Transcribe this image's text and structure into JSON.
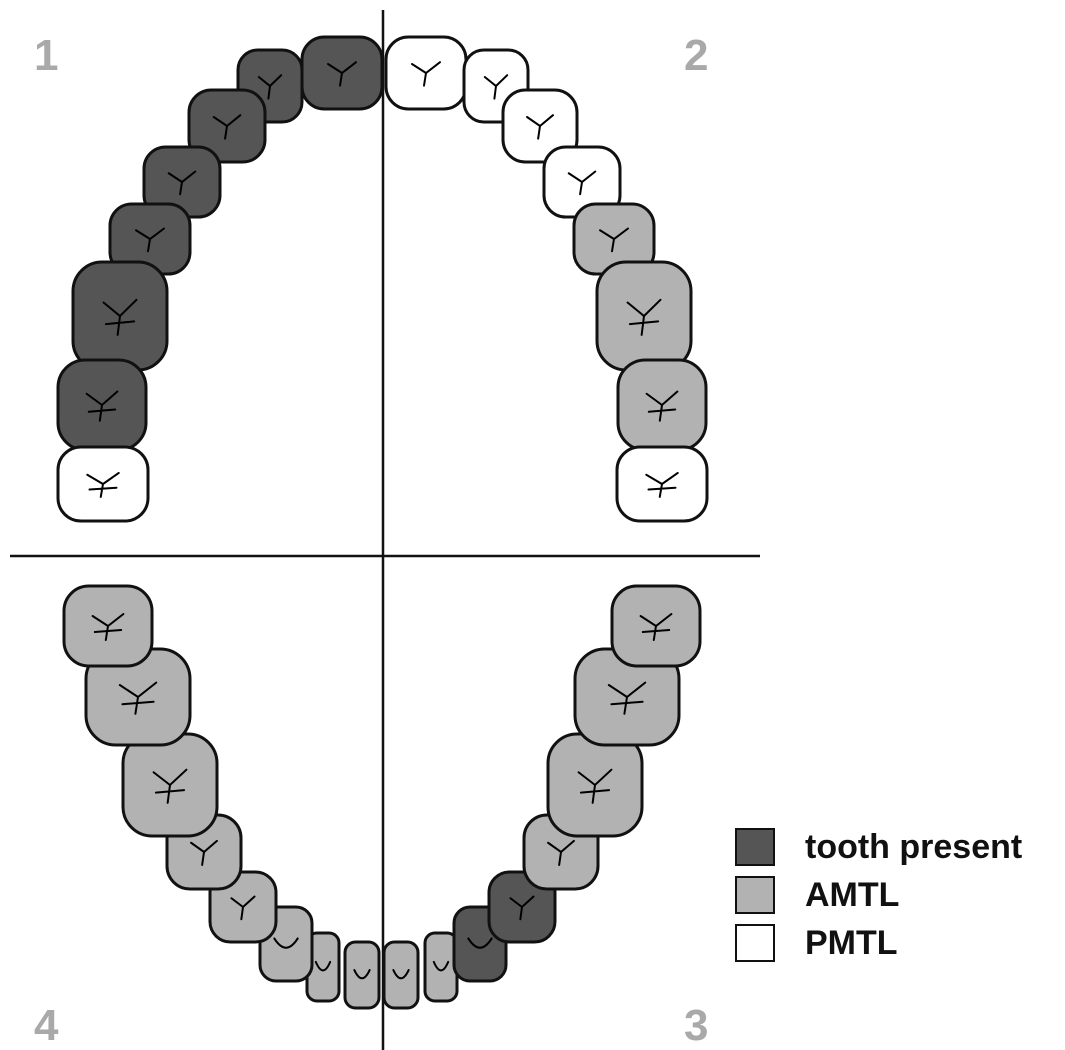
{
  "colors": {
    "present": "#555555",
    "amtl": "#b2b2b2",
    "pmtl": "#ffffff",
    "outline": "#111111",
    "quadrant_label": "#a9a9a9"
  },
  "quadrant_labels": {
    "q1": "1",
    "q2": "2",
    "q3": "3",
    "q4": "4"
  },
  "legend": [
    {
      "key": "present",
      "label": "tooth present"
    },
    {
      "key": "amtl",
      "label": "AMTL"
    },
    {
      "key": "pmtl",
      "label": "PMTL"
    }
  ],
  "quadrants": {
    "q1": [
      "present",
      "present",
      "present",
      "present",
      "present",
      "present",
      "present",
      "pmtl"
    ],
    "q2": [
      "pmtl",
      "pmtl",
      "pmtl",
      "pmtl",
      "amtl",
      "amtl",
      "amtl",
      "pmtl"
    ],
    "q3": [
      "amtl",
      "amtl",
      "present",
      "present",
      "amtl",
      "amtl",
      "amtl",
      "amtl"
    ],
    "q4": [
      "amtl",
      "amtl",
      "amtl",
      "amtl",
      "amtl",
      "amtl",
      "amtl",
      "amtl"
    ]
  }
}
